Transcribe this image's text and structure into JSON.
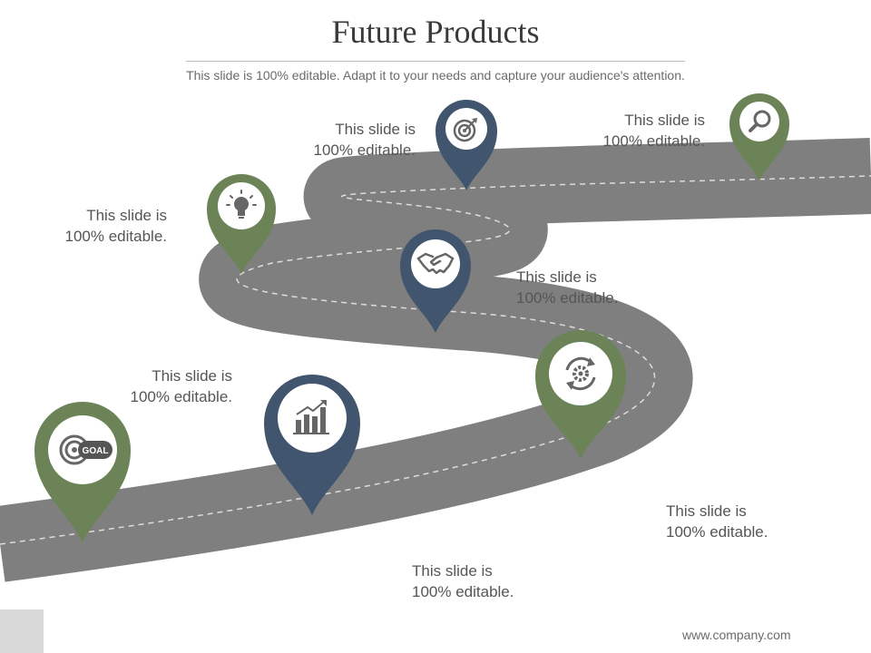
{
  "title": "Future Products",
  "subtitle": "This slide is 100% editable. Adapt it to your needs and capture your audience's attention.",
  "footer": "www.company.com",
  "colors": {
    "road": "#7f7f7f",
    "road_dash": "#dcdcdc",
    "pin_green": "#6b8356",
    "pin_blue": "#41566e",
    "text": "#555555"
  },
  "milestones": [
    {
      "id": "goal",
      "icon": "goal-icon",
      "color": "green",
      "icon_text": "GOAL",
      "label_line1": "This slide is",
      "label_line2": "100% editable."
    },
    {
      "id": "growth",
      "icon": "bar-chart-icon",
      "color": "blue",
      "label_line1": "This slide is",
      "label_line2": "100% editable."
    },
    {
      "id": "process",
      "icon": "gear-cycle-icon",
      "color": "green",
      "label_line1": "This slide is",
      "label_line2": "100% editable."
    },
    {
      "id": "partnership",
      "icon": "handshake-icon",
      "color": "blue",
      "label_line1": "This slide is",
      "label_line2": "100% editable."
    },
    {
      "id": "idea",
      "icon": "lightbulb-icon",
      "color": "green",
      "label_line1": "This slide is",
      "label_line2": "100% editable."
    },
    {
      "id": "target",
      "icon": "target-icon",
      "color": "blue",
      "label_line1": "This slide is",
      "label_line2": "100% editable."
    },
    {
      "id": "research",
      "icon": "magnifier-icon",
      "color": "green",
      "label_line1": "This slide is",
      "label_line2": "100% editable."
    }
  ],
  "extra_labels": [
    {
      "label_line1": "This slide is",
      "label_line2": "100% editable."
    }
  ]
}
